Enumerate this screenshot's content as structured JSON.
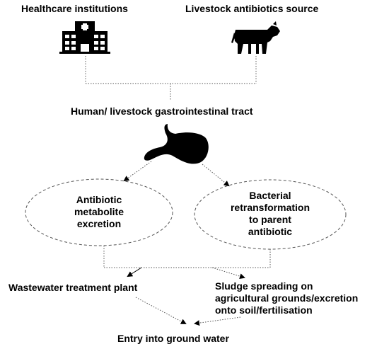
{
  "sources": {
    "healthcare": "Healthcare institutions",
    "livestock": "Livestock antibiotics source"
  },
  "tract": "Human/ livestock gastrointestinal tract",
  "left_ellipse": [
    "Antibiotic",
    "metabolite",
    "excretion"
  ],
  "right_ellipse": [
    "Bacterial",
    "retransformation",
    "to parent",
    "antibiotic"
  ],
  "wastewater": "Wastewater treatment plant",
  "sludge": [
    "Sludge spreading on",
    "agricultural grounds/excretion",
    "onto soil/fertilisation"
  ],
  "final": "Entry into ground water",
  "icons": {
    "hospital": "hospital-icon",
    "cow": "cow-icon",
    "stomach": "stomach-icon"
  }
}
